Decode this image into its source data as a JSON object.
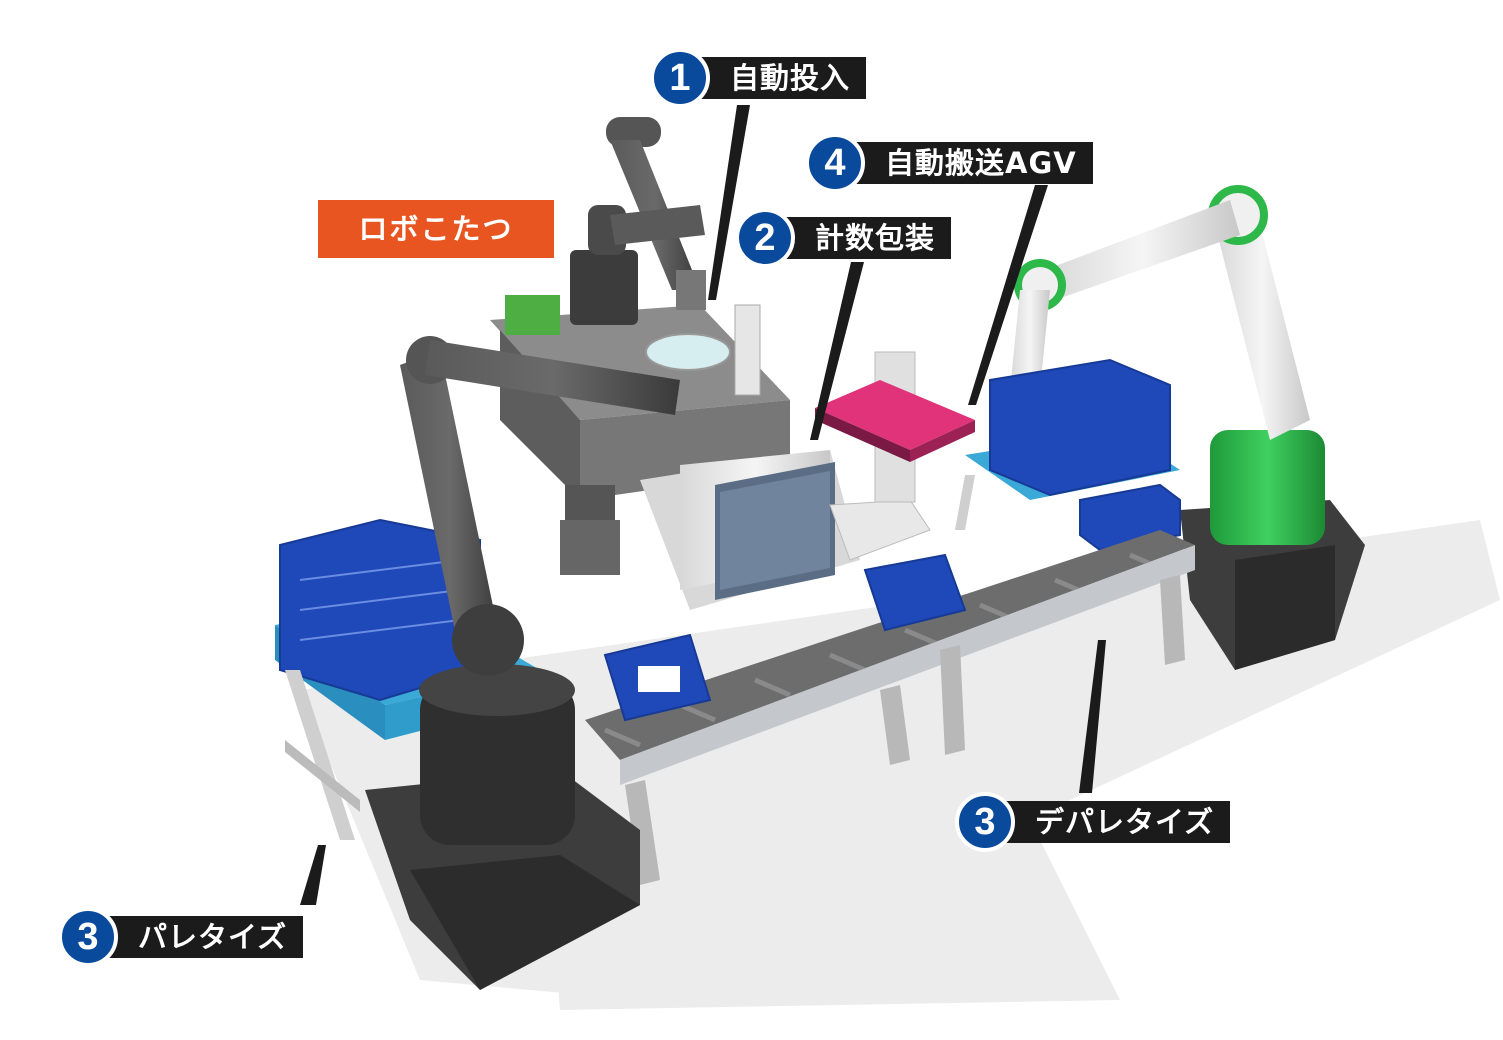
{
  "tag_label": "ロボこたつ",
  "callouts": [
    {
      "number": "1",
      "label": "自動投入"
    },
    {
      "number": "4",
      "label": "自動搬送AGV"
    },
    {
      "number": "2",
      "label": "計数包装"
    },
    {
      "number": "3",
      "label": "デパレタイズ"
    },
    {
      "number": "3",
      "label": "パレタイズ"
    }
  ],
  "colors": {
    "callout_number_bg": "#0a4a9c",
    "callout_bar_bg": "#1b1b1b",
    "tag_bg": "#e85521",
    "robot_dark": "#4a4a4a",
    "robot_white": "#eeeeee",
    "robot_green": "#2eb84a",
    "crate_blue": "#1f48b8",
    "pallet_cyan": "#3aa9d8",
    "agv_pink": "#e0337a"
  }
}
